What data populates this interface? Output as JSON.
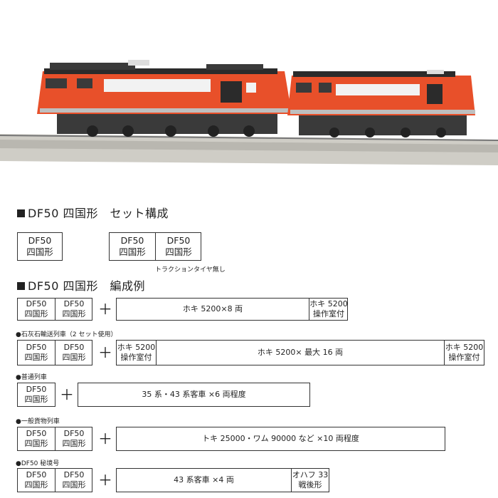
{
  "photo": {
    "alt": "DF50 locomotives photo",
    "body_color": "#e8502a",
    "roof_color": "#2b2b2b"
  },
  "unit": {
    "l1": "DF50",
    "l2": "四国形"
  },
  "heading_set": "DF50 四国形　セット構成",
  "traction_note": "トラクションタイヤ無し",
  "heading_formation": "DF50 四国形　編成例",
  "plus": "＋",
  "formations": [
    {
      "caption": "",
      "car_main": "ホキ 5200×8 両",
      "car_end": {
        "l1": "ホキ 5200",
        "l2": "操作室付"
      }
    },
    {
      "caption": "●石灰石輸送列車（2 セット使用）",
      "car_start": {
        "l1": "ホキ 5200",
        "l2": "操作室付"
      },
      "car_main": "ホキ 5200× 最大 16 両",
      "car_end": {
        "l1": "ホキ 5200",
        "l2": "操作室付"
      }
    },
    {
      "caption": "●普通列車",
      "car_main": "35 系・43 系客車 ×6 両程度"
    },
    {
      "caption": "●一般貨物列車",
      "car_main": "トキ 25000・ワム 90000 など ×10 両程度"
    },
    {
      "caption": "●DF50 秘境号",
      "car_main": "43 系客車 ×4 両",
      "car_end": {
        "l1": "オハフ 33",
        "l2": "戦後形"
      }
    }
  ]
}
